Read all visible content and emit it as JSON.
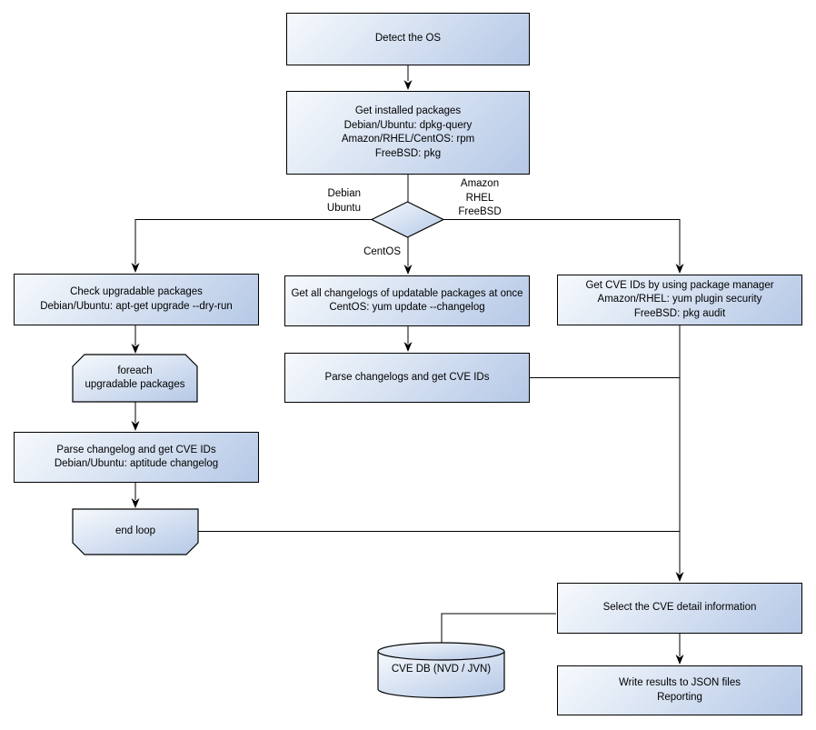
{
  "nodes": {
    "detect_os": {
      "label": "Detect the OS"
    },
    "get_installed": {
      "label": "Get installed packages\nDebian/Ubuntu: dpkg-query\nAmazon/RHEL/CentOS: rpm\nFreeBSD: pkg"
    },
    "check_upgradable": {
      "label": "Check upgradable packages\nDebian/Ubuntu: apt-get upgrade --dry-run"
    },
    "foreach_loop": {
      "label": "foreach\nupgradable  packages"
    },
    "parse_changelog_deb": {
      "label": "Parse changelog and get  CVE IDs\nDebian/Ubuntu: aptitude changelog"
    },
    "end_loop": {
      "label": "end loop"
    },
    "get_changelogs": {
      "label": "Get all changelogs of updatable packages at once\nCentOS: yum update --changelog"
    },
    "parse_changelogs": {
      "label": "Parse changelogs and get CVE IDs"
    },
    "get_cve_pkg_mgr": {
      "label": "Get CVE IDs by using package manager\nAmazon/RHEL: yum plugin security\nFreeBSD: pkg audit"
    },
    "select_cve": {
      "label": "Select the CVE detail information"
    },
    "write_results": {
      "label": "Write results to JSON files\nReporting"
    },
    "cve_db": {
      "label": "CVE DB (NVD / JVN)"
    }
  },
  "edge_labels": {
    "debian_ubuntu": "Debian\nUbuntu",
    "amazon_rhel_freebsd": "Amazon\nRHEL\nFreeBSD",
    "centos": "CentOS"
  },
  "colors": {
    "node_fill_light": "#f7fafd",
    "node_fill_dark": "#b5c8e6",
    "node_border": "#000000",
    "connector": "#000000",
    "text": "#000000",
    "background": "#ffffff"
  }
}
